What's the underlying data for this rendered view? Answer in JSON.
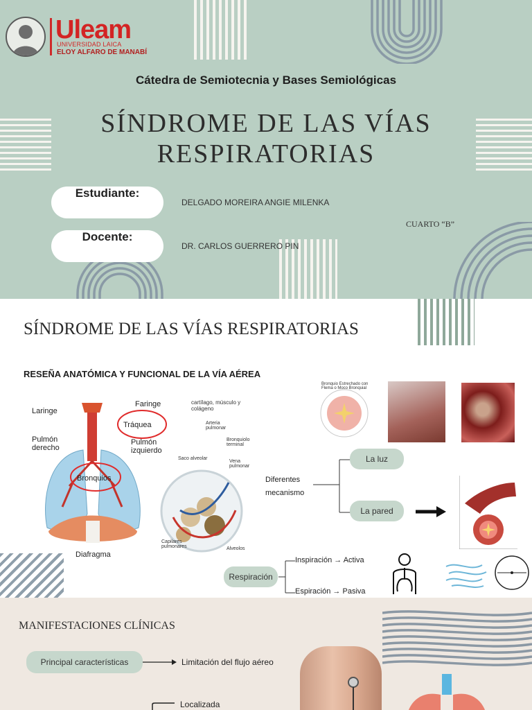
{
  "logo": {
    "name": "Uleam",
    "sub1": "UNIVERSIDAD LAICA",
    "sub2": "ELOY ALFARO DE MANABÍ"
  },
  "cover": {
    "chair": "Cátedra de Semiotecnia y Bases Semiológicas",
    "title_line1": "SÍNDROME DE LAS VÍAS",
    "title_line2": "RESPIRATORIAS",
    "student_label": "Estudiante:",
    "student_name": "DELGADO MOREIRA ANGIE MILENKA",
    "teacher_label": "Docente:",
    "teacher_name": "DR. CARLOS GUERRERO PIN",
    "course": "CUARTO “B”"
  },
  "anatomy": {
    "title": "SÍNDROME DE LAS VÍAS RESPIRATORIAS",
    "subtitle": "RESEÑA ANATÓMICA Y FUNCIONAL DE LA VÍA AÉREA",
    "labels": {
      "laringe": "Laringe",
      "faringe": "Faringe",
      "traquea": "Tráquea",
      "cartilago": "cartílago, músculo y colágeno",
      "pulmon_der": "Pulmón derecho",
      "pulmon_izq": "Pulmón izquierdo",
      "bronquios": "Bronquios",
      "diafragma": "Diafragma",
      "saco": "Saco alveolar",
      "arteria": "Arteria pulmonar",
      "bronquiolo": "Bronquiolo terminal",
      "vena": "Vena pulmonar",
      "capilares": "Capilares pulmonares",
      "alveolos": "Alveolos",
      "bronquio_estrechado": "Bronquio Estrechado con Flema o Moco Bronquial"
    },
    "mechanisms": {
      "label": "Diferentes mecanismo",
      "luz": "La luz",
      "pared": "La pared"
    },
    "respiration": {
      "label": "Respiración",
      "insp": "Inspiración",
      "insp_val": "Activa",
      "esp": "Espiración",
      "esp_val": "Pasiva",
      "arrow": "→"
    }
  },
  "manifestations": {
    "title": "MANIFESTACIONES CLÍNICAS",
    "main_tag": "Principal características",
    "main_value": "Limitación del flujo aéreo",
    "localizada": "Localizada"
  },
  "colors": {
    "cover_bg": "#b9cfc3",
    "accent_red": "#d32424",
    "tag_bg": "#c6d7cc",
    "section3_bg": "#efe8e1"
  }
}
